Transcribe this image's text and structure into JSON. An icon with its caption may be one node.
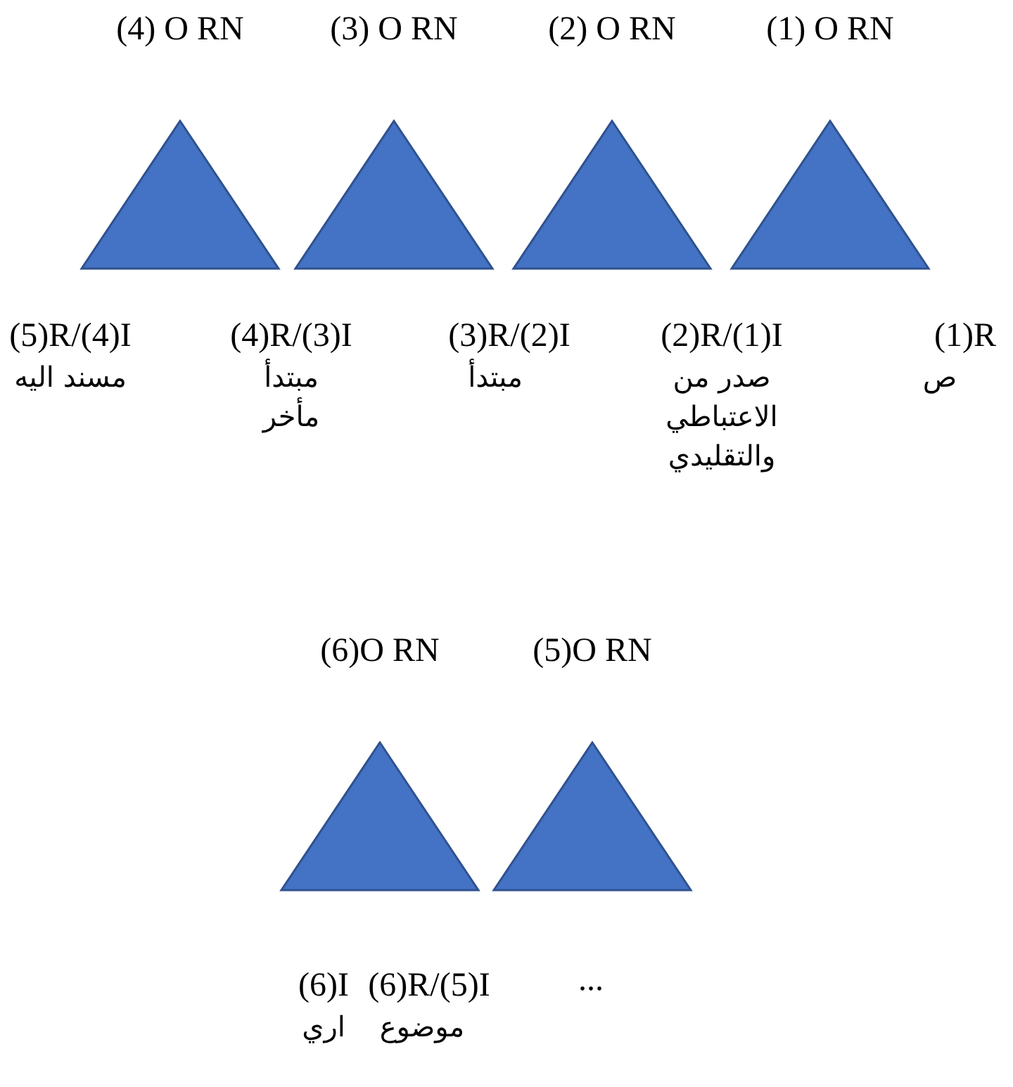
{
  "diagram": {
    "nodes": [
      {
        "text": [
          "(4) O RN"
        ]
      },
      {
        "text": [
          "(3) O RN"
        ]
      },
      {
        "text": [
          "(2) O RN"
        ]
      },
      {
        "text": [
          "(1) O RN"
        ]
      },
      {
        "text": [
          "(6)O RN"
        ]
      },
      {
        "text": [
          "(5)O RN"
        ]
      }
    ],
    "edges": [],
    "labels": [
      "(5)R/(4)I",
      "(4)R/(3)I",
      "(3)R/(2)I",
      "(2)R/(1)I",
      "(1)R",
      "مسند اليه",
      "مبتدأ مأخر",
      "مبتدأ",
      "صدر من الاعتباطي والتقليدي",
      "ص",
      "(6)I",
      "(6)R/(5)I",
      "...",
      "اري",
      "موضوع"
    ]
  }
}
